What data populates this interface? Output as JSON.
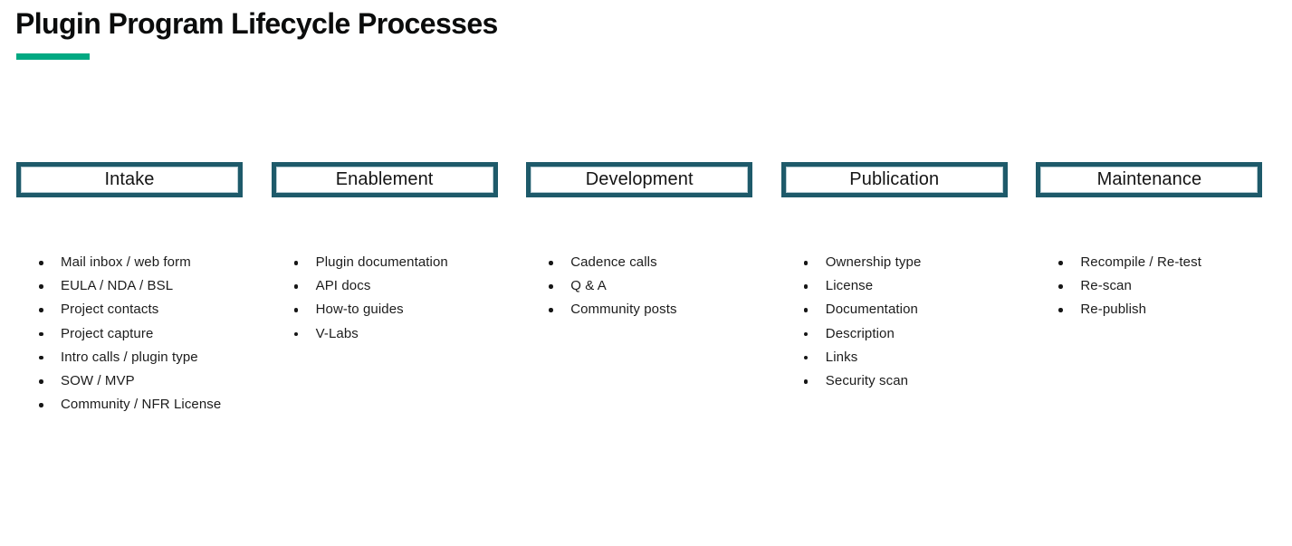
{
  "page": {
    "title": "Plugin Program Lifecycle Processes"
  },
  "colors": {
    "accent_green": "#01A982",
    "phase_box_border_teal": "#1E5A6A",
    "phase_box_inner_line": "#B7CDD3",
    "title_text": "#0B0C0C",
    "body_text": "#1C1C1C",
    "background": "#FFFFFF"
  },
  "columns": [
    {
      "header": "Intake",
      "items": [
        "Mail inbox / web form",
        "EULA / NDA / BSL",
        "Project contacts",
        "Project capture",
        "Intro calls / plugin type",
        "SOW / MVP",
        "Community / NFR License"
      ]
    },
    {
      "header": "Enablement",
      "items": [
        "Plugin documentation",
        "API docs",
        "How-to guides",
        "V-Labs"
      ]
    },
    {
      "header": "Development",
      "items": [
        "Cadence calls",
        "Q & A",
        "Community posts"
      ]
    },
    {
      "header": "Publication",
      "items": [
        "Ownership type",
        "License",
        "Documentation",
        "Description",
        "Links",
        "Security scan"
      ]
    },
    {
      "header": "Maintenance",
      "items": [
        "Recompile / Re-test",
        "Re-scan",
        "Re-publish"
      ]
    }
  ]
}
